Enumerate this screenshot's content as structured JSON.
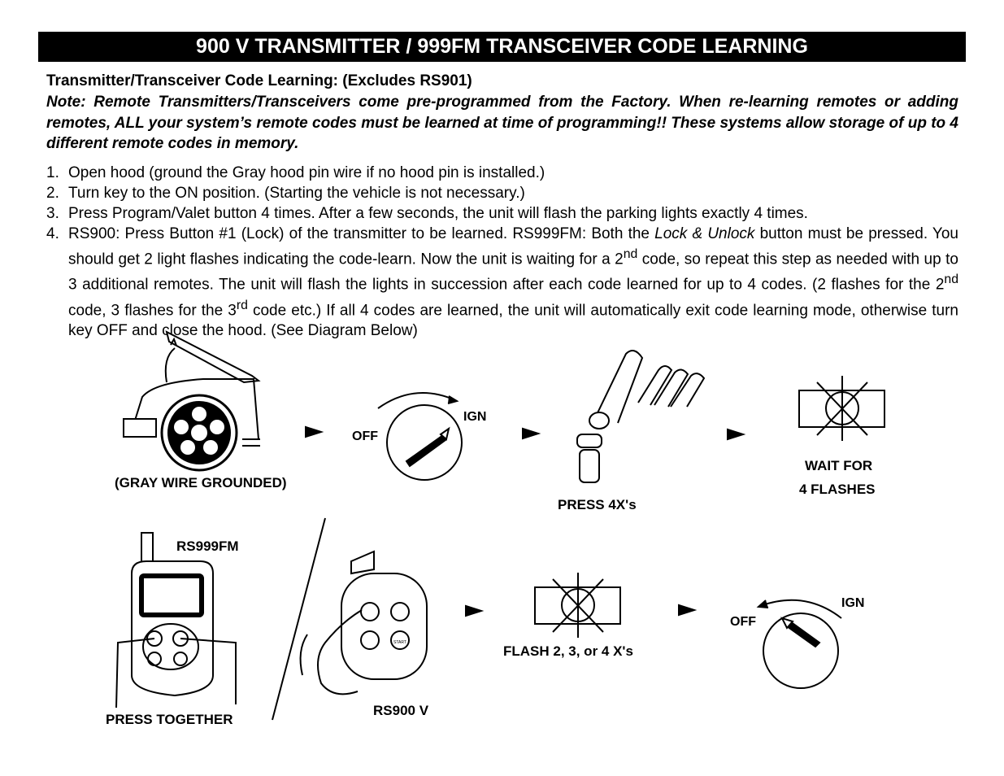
{
  "title": "900 V TRANSMITTER / 999FM TRANSCEIVER CODE LEARNING",
  "heading": "Transmitter/Transceiver Code Learning: (Excludes RS901)",
  "note": "Note:  Remote Transmitters/Transceivers come pre-programmed from the Factory.  When re-learning remotes or adding remotes, ALL your system’s remote codes must be learned at time of programming!!  These systems allow storage of up to 4 different remote codes in memory.",
  "steps": [
    {
      "num": "1.",
      "text": "Open hood (ground the Gray hood pin wire if no hood pin is installed.)"
    },
    {
      "num": "2.",
      "text": "Turn key to the ON position. (Starting the vehicle is not necessary.)"
    },
    {
      "num": "3.",
      "text": "Press Program/Valet button 4 times.  After a few seconds, the unit will flash the parking lights exactly 4 times."
    },
    {
      "num": "4.",
      "parts": {
        "a": "RS900: Press Button #1 (Lock) of the transmitter to be learned.  RS999FM: Both the ",
        "b": "Lock & Unlock",
        "c": " button must be pressed.  You should get 2 light flashes indicating the code-learn.  Now the unit is waiting for a 2",
        "sup1": "nd",
        "d": " code, so repeat this step as needed with up to 3 additional remotes.  The unit will flash the lights in succession after each code learned for up to 4 codes. (2 flashes for the 2",
        "sup2": "nd",
        "e": " code, 3 flashes for the 3",
        "sup3": "rd",
        "f": " code etc.)  If all 4 codes are learned, the unit will automatically exit code learning mode, otherwise turn key OFF and close the hood.  (See Diagram Below)"
      }
    }
  ],
  "diagram": {
    "gray_wire": "(GRAY WIRE GROUNDED)",
    "off": "OFF",
    "ign": "IGN",
    "press4": "PRESS 4X's",
    "wait1": "WAIT FOR",
    "wait2": "4 FLASHES",
    "rs999fm": "RS999FM",
    "press_together": "PRESS TOGETHER",
    "rs900v": "RS900 V",
    "flash": "FLASH 2, 3, or 4 X's",
    "off2": "OFF",
    "ign2": "IGN",
    "start_button": "START"
  }
}
